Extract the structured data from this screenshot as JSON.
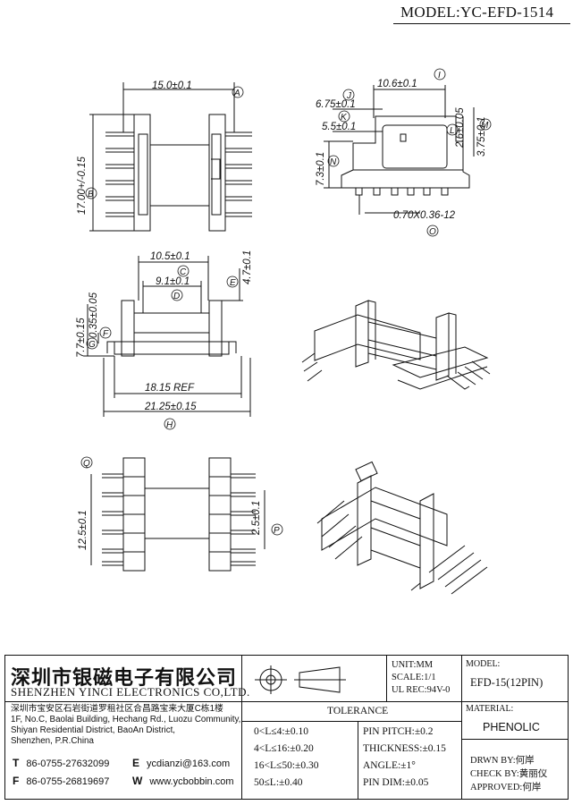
{
  "header": {
    "model_title": "MODEL:YC-EFD-1514"
  },
  "dimensions": {
    "A": "15.0±0.1",
    "B": "17.00+/-0.15",
    "C": "10.5±0.1",
    "D": "9.1±0.1",
    "E": "4.7±0.1",
    "F": "0.35±0.05",
    "G": "7.7±0.15",
    "H": "21.25±0.15",
    "ref": "18.15 REF",
    "I": "10.6±0.1",
    "J": "6.75±0.1",
    "K": "5.5±0.1",
    "L": "2.6±0.05",
    "M": "3.75±0.1",
    "N": "7.3±0.1",
    "O": "0.70X0.36-12",
    "Q": "12.5±0.1",
    "P": "2.5±0.1"
  },
  "callouts": [
    "A",
    "B",
    "C",
    "D",
    "E",
    "F",
    "G",
    "H",
    "I",
    "J",
    "K",
    "L",
    "M",
    "N",
    "O",
    "P",
    "Q"
  ],
  "company": {
    "name_cn": "深圳市银磁电子有限公司",
    "name_en": "SHENZHEN YINCI ELECTRONICS CO,LTD.",
    "address": [
      "深圳市宝安区石岩街道罗租社区合昌路宝来大厦C栋1楼",
      "1F, No.C, Baolai Building, Hechang Rd., Luozu Community,",
      "Shiyan Residential District, BaoAn District,",
      "Shenzhen, P.R.China"
    ],
    "tel_label": "T",
    "tel": "86-0755-27632099",
    "fax_label": "F",
    "fax": "86-0755-26819697",
    "email_label": "E",
    "email": "ycdianzi@163.com",
    "web_label": "W",
    "web": "www.ycbobbin.com"
  },
  "spec": {
    "unit": "UNIT:MM",
    "scale": "SCALE:1/1",
    "ul": "UL REC:94V-0",
    "model_label": "MODEL:",
    "model_value": "EFD-15(12PIN)",
    "material_label": "MATERIAL:",
    "material_value": "PHENOLIC",
    "drawn": "DRWN BY:何岸",
    "check": "CHECK BY:黄丽仪",
    "approved": "APPROVED:何岸"
  },
  "tolerance": {
    "title": "TOLERANCE",
    "rows_left": [
      "0<L≤4:±0.10",
      "4<L≤16:±0.20",
      "16<L≤50:±0.30",
      "50≤L:±0.40"
    ],
    "rows_right": [
      "PIN PITCH:±0.2",
      "THICKNESS:±0.15",
      "ANGLE:±1°",
      "PIN DIM:±0.05"
    ]
  }
}
